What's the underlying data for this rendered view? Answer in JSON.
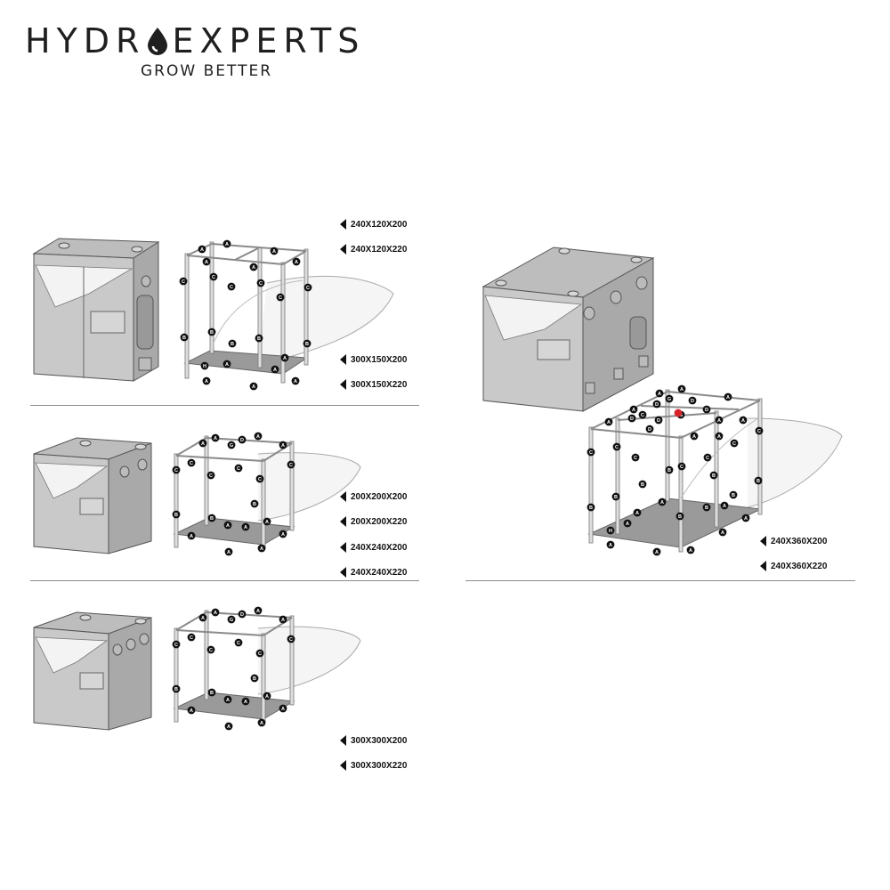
{
  "brand": {
    "name_part1": "HYDR",
    "name_part2": "EXPERTS",
    "tagline": "GROW BETTER"
  },
  "icons": {
    "logo_drop": "water-drop-icon",
    "size_arrow": "triangle-left-icon"
  },
  "colors": {
    "tent_fill": "#c9c9c9",
    "tent_dark": "#9c9c9c",
    "frame_pole": "#8a8a8a",
    "marker": "#111111",
    "marker_highlight": "#d6232a",
    "divider": "#8c8c8c"
  },
  "groups": [
    {
      "id": "g1",
      "sizes": [
        "240X120X200",
        "240X120X220"
      ]
    },
    {
      "id": "g2",
      "sizes": [
        "300X150X200",
        "300X150X220"
      ]
    },
    {
      "id": "g3",
      "sizes": [
        "200X200X200",
        "200X200X220",
        "240X240X200",
        "240X240X220"
      ]
    },
    {
      "id": "g4",
      "sizes": [
        "300X300X200",
        "300X300X220"
      ]
    },
    {
      "id": "g5",
      "sizes": [
        "240X360X200",
        "240X360X220"
      ]
    }
  ]
}
